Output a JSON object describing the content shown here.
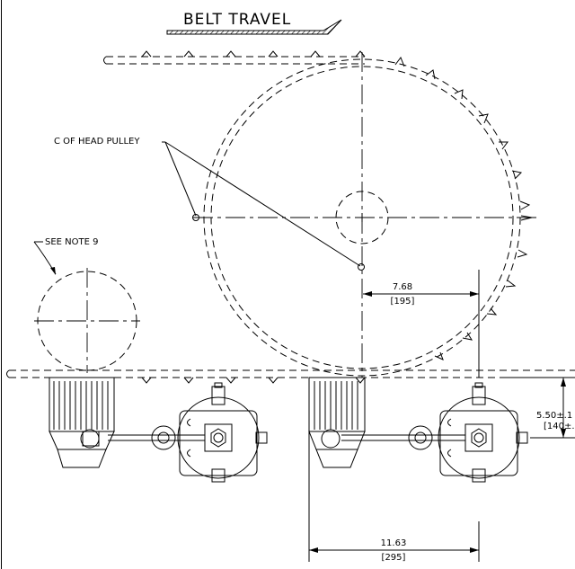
{
  "drawing": {
    "belt_travel_label": "BELT TRAVEL",
    "head_pulley_label": "C OF HEAD PULLEY",
    "see_note_label": "SEE NOTE 9",
    "dims": {
      "horizontal_top": {
        "value": "7.68",
        "metric": "[195]"
      },
      "vertical_right": {
        "value": "5.50±.1",
        "metric": "[140±."
      },
      "horizontal_bottom": {
        "value": "11.63",
        "metric": "[295]"
      }
    }
  }
}
